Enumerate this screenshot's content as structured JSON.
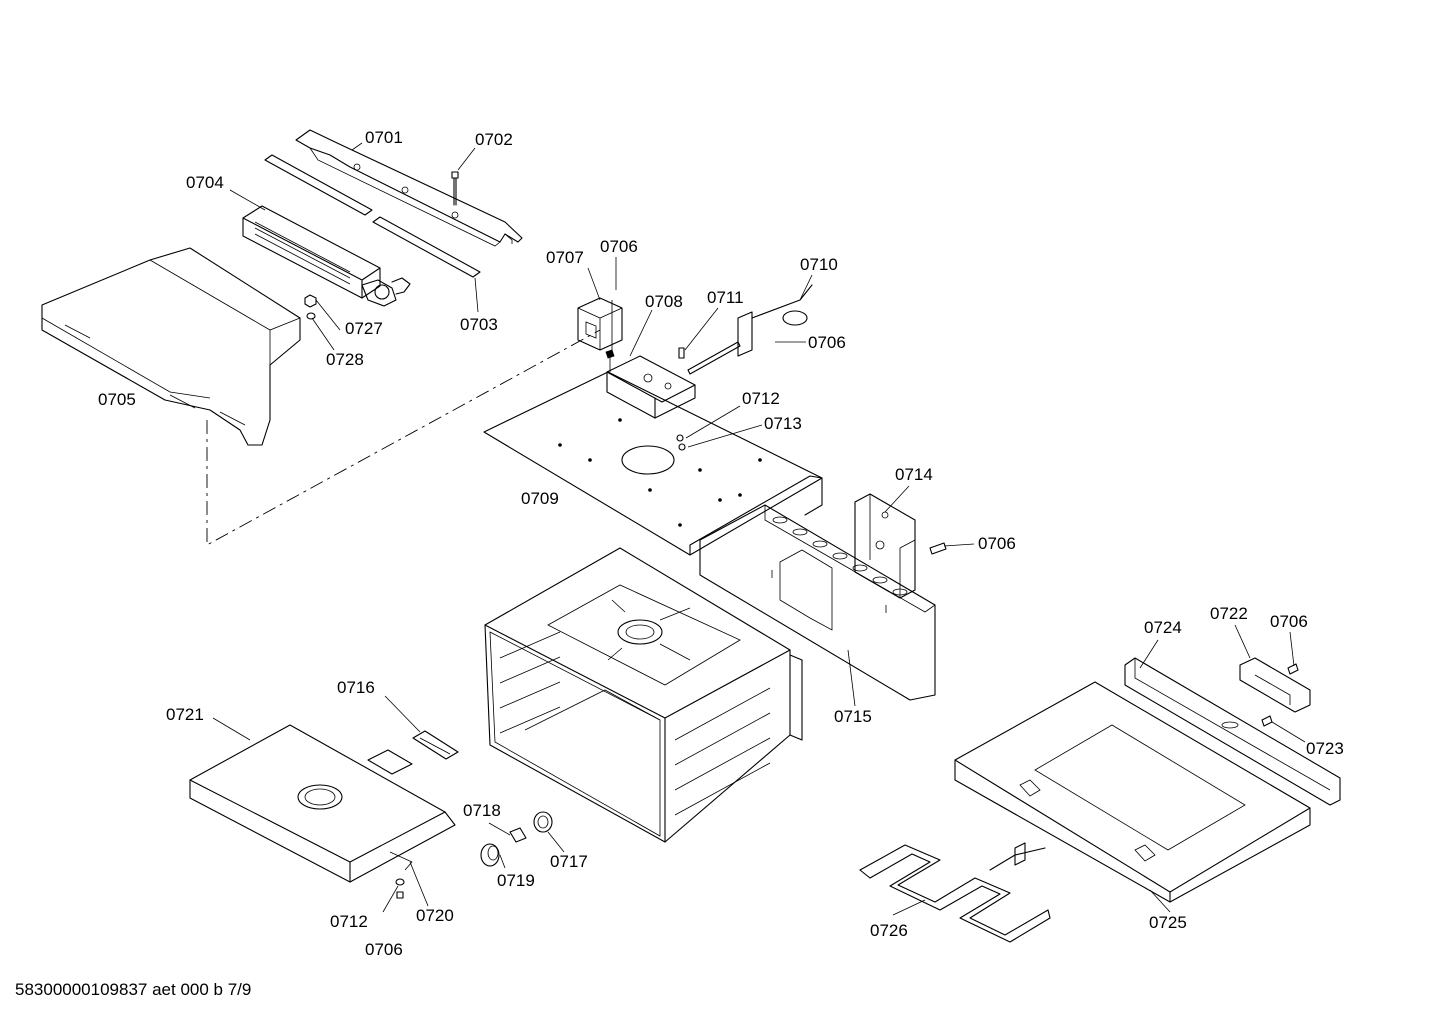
{
  "callouts": {
    "c0701": "0701",
    "c0702": "0702",
    "c0703": "0703",
    "c0704": "0704",
    "c0705": "0705",
    "c0706a": "0706",
    "c0706b": "0706",
    "c0706c": "0706",
    "c0706d": "0706",
    "c0706e": "0706",
    "c0707": "0707",
    "c0708": "0708",
    "c0709": "0709",
    "c0710": "0710",
    "c0711": "0711",
    "c0712a": "0712",
    "c0712b": "0712",
    "c0713": "0713",
    "c0714": "0714",
    "c0715": "0715",
    "c0716": "0716",
    "c0717": "0717",
    "c0718": "0718",
    "c0719": "0719",
    "c0720": "0720",
    "c0721": "0721",
    "c0722": "0722",
    "c0723": "0723",
    "c0724": "0724",
    "c0725": "0725",
    "c0726": "0726",
    "c0727": "0727",
    "c0728": "0728"
  },
  "footer": {
    "document_code": "58300000109837 aet 000 b 7/9"
  }
}
